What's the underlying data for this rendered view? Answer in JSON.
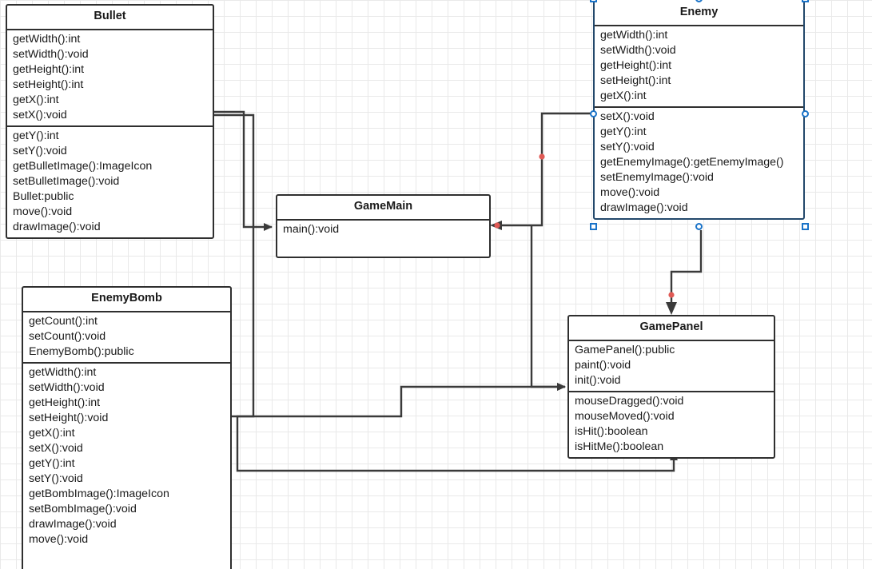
{
  "diagram": {
    "title": "UML Class Diagram",
    "background": "#ffffff",
    "grid_minor_color": "#e9e9e9",
    "grid_major_color": "#dcdcdc",
    "edge_color": "#3a3a3a",
    "waypoint_color": "#e05a55",
    "selection_color": "#1a73c8",
    "box_border_color": "#2f2f2f"
  },
  "classes": {
    "bullet": {
      "name": "Bullet",
      "compartments": [
        [
          "getWidth():int",
          "setWidth():void",
          "getHeight():int",
          "setHeight():int",
          "getX():int",
          "setX():void"
        ],
        [
          "getY():int",
          "setY():void",
          "getBulletImage():ImageIcon",
          "setBulletImage():void",
          "Bullet:public",
          "move():void",
          "drawImage():void"
        ]
      ]
    },
    "enemy": {
      "name": "Enemy",
      "selected": true,
      "compartments": [
        [
          "getWidth():int",
          "setWidth():void",
          "getHeight():int",
          "setHeight():int",
          "getX():int"
        ],
        [
          "setX():void",
          "getY():int",
          "setY():void",
          "getEnemyImage():getEnemyImage()",
          "setEnemyImage():void",
          "move():void",
          "drawImage():void"
        ]
      ]
    },
    "gamemain": {
      "name": "GameMain",
      "compartments": [
        [
          "main():void"
        ]
      ]
    },
    "enemybomb": {
      "name": "EnemyBomb",
      "compartments": [
        [
          "getCount():int",
          "setCount():void",
          "EnemyBomb():public"
        ],
        [
          "getWidth():int",
          "setWidth():void",
          "getHeight():int",
          "setHeight():void",
          "getX():int",
          "setX():void",
          "getY():int",
          "setY():void",
          "getBombImage():ImageIcon",
          "setBombImage():void",
          "drawImage():void",
          "move():void"
        ]
      ]
    },
    "gamepanel": {
      "name": "GamePanel",
      "compartments": [
        [
          "GamePanel():public",
          "paint():void",
          "init():void"
        ],
        [
          "mouseDragged():void",
          "mouseMoved():void",
          "isHit():boolean",
          "isHitMe():boolean"
        ]
      ]
    }
  },
  "edges": [
    {
      "id": "bullet-to-gamemain",
      "from": "Bullet",
      "to": "GameMain",
      "arrow": "open"
    },
    {
      "id": "bullet-to-gamepanel",
      "from": "Bullet",
      "to": "GamePanel",
      "arrow": "open"
    },
    {
      "id": "enemy-to-gamemain",
      "from": "Enemy",
      "to": "GameMain",
      "arrow": "filled",
      "waypoint": true
    },
    {
      "id": "enemy-to-gamepanel",
      "from": "Enemy",
      "to": "GamePanel",
      "arrow": "filled",
      "waypoint": true
    },
    {
      "id": "enemybomb-to-gamepanel",
      "from": "EnemyBomb",
      "to": "GamePanel",
      "arrow": "filled"
    },
    {
      "id": "gamemain-down-to-gamepanel",
      "from": "GameMain",
      "to": "GamePanel",
      "arrow": "open"
    }
  ]
}
